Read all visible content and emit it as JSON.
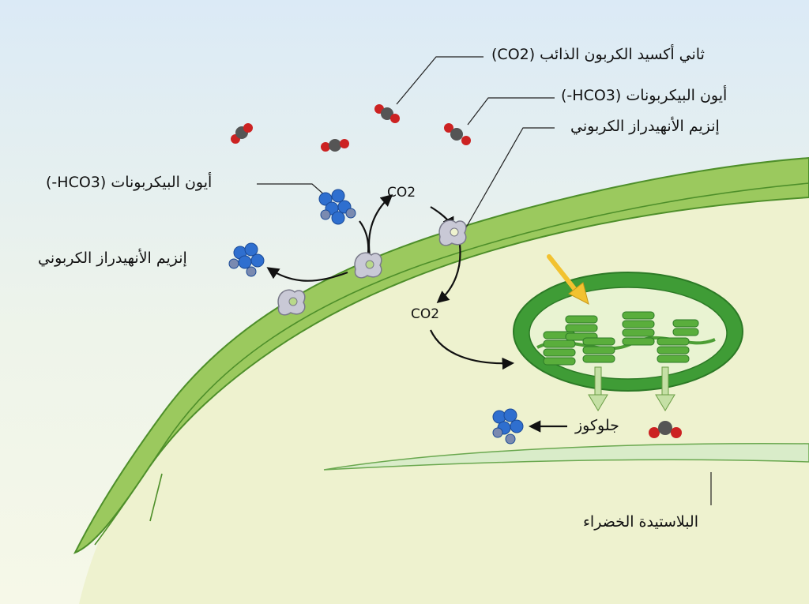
{
  "labels": {
    "dissolved_co2": "ثاني أكسيد الكربون الذائب (CO2)",
    "bicarbonate_outer": "أيون البيكربونات (HCO3-)",
    "carbonic_anhydrase_outer": "إنزيم الأنهيدراز الكربوني",
    "bicarbonate_left": "أيون البيكربونات (HCO3-)",
    "carbonic_anhydrase_left": "إنزيم الأنهيدراز الكربوني",
    "co2_top": "CO2",
    "co2_inner": "CO2",
    "glucose": "جلوكوز",
    "chloroplast": "البلاستيدة الخضراء"
  },
  "colors": {
    "water_top": "#dfeef7",
    "water_bottom": "#f3f7e6",
    "cell_wall": "#8cc152",
    "cell_wall_dark": "#4e8f2a",
    "cytoplasm": "#eef2cf",
    "chloroplast_outer": "#3d9b35",
    "chloroplast_inner": "#e9f3d2",
    "thylakoid": "#5aae3c",
    "enzyme": "#c9c9d6",
    "bicarbonate": "#2f6fcf",
    "co2_carbon": "#555555",
    "co2_oxygen": "#cc2222",
    "light_arrow": "#f2c230"
  }
}
